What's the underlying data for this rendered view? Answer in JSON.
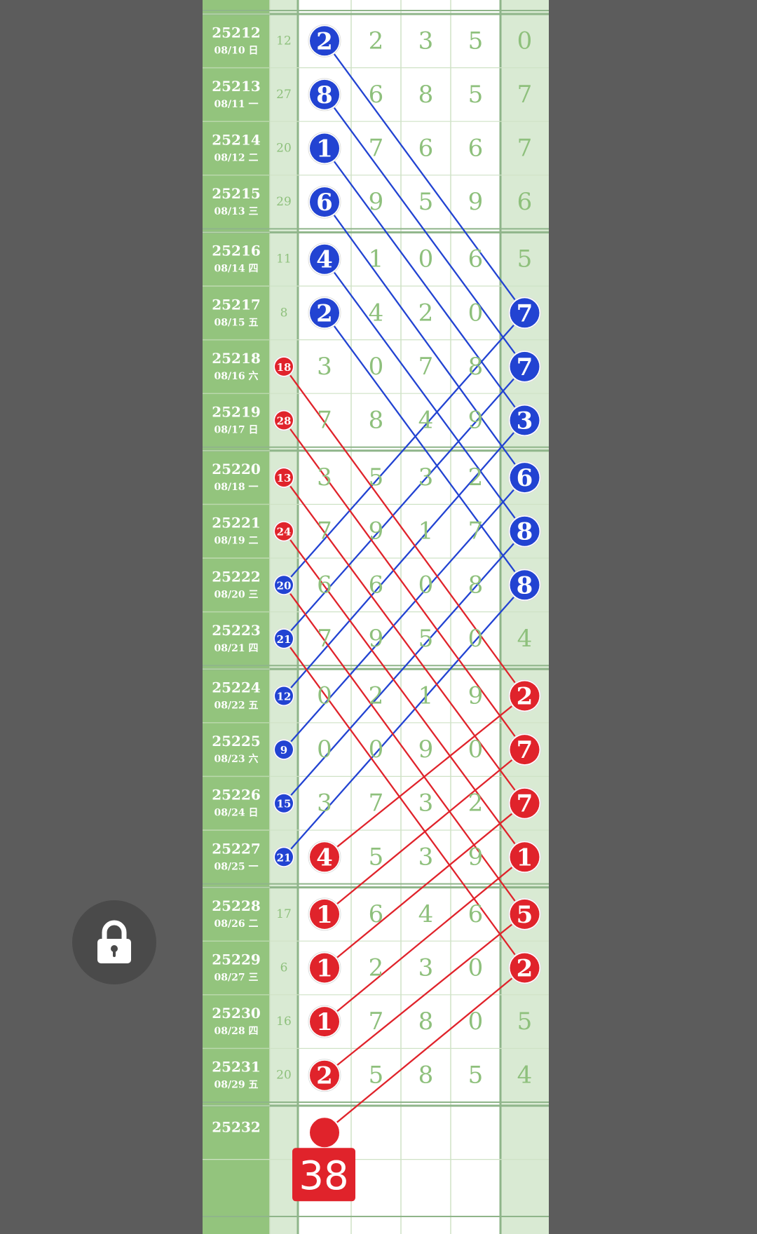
{
  "rows": [
    {
      "issue": "25212",
      "date": "08/10 日",
      "sum": "12",
      "sum_mark": null,
      "d1": "2",
      "d1_mark": "blue",
      "digits": [
        "2",
        "3",
        "5"
      ],
      "d5": "0",
      "d5_mark": null
    },
    {
      "issue": "25213",
      "date": "08/11 一",
      "sum": "27",
      "sum_mark": null,
      "d1": "8",
      "d1_mark": "blue",
      "digits": [
        "6",
        "8",
        "5"
      ],
      "d5": "7",
      "d5_mark": null
    },
    {
      "issue": "25214",
      "date": "08/12 二",
      "sum": "20",
      "sum_mark": null,
      "d1": "1",
      "d1_mark": "blue",
      "digits": [
        "7",
        "6",
        "6"
      ],
      "d5": "7",
      "d5_mark": null
    },
    {
      "issue": "25215",
      "date": "08/13 三",
      "sum": "29",
      "sum_mark": null,
      "d1": "6",
      "d1_mark": "blue",
      "digits": [
        "9",
        "5",
        "9"
      ],
      "d5": "6",
      "d5_mark": null
    },
    {
      "issue": "25216",
      "date": "08/14 四",
      "sum": "11",
      "sum_mark": null,
      "d1": "4",
      "d1_mark": "blue",
      "digits": [
        "1",
        "0",
        "6"
      ],
      "d5": "5",
      "d5_mark": null
    },
    {
      "issue": "25217",
      "date": "08/15 五",
      "sum": "8",
      "sum_mark": null,
      "d1": "2",
      "d1_mark": "blue",
      "digits": [
        "4",
        "2",
        "0"
      ],
      "d5": "7",
      "d5_mark": "blue"
    },
    {
      "issue": "25218",
      "date": "08/16 六",
      "sum": "18",
      "sum_mark": "red",
      "d1": "3",
      "d1_mark": null,
      "digits": [
        "0",
        "7",
        "8"
      ],
      "d5": "7",
      "d5_mark": "blue"
    },
    {
      "issue": "25219",
      "date": "08/17 日",
      "sum": "28",
      "sum_mark": "red",
      "d1": "7",
      "d1_mark": null,
      "digits": [
        "8",
        "4",
        "9"
      ],
      "d5": "3",
      "d5_mark": "blue"
    },
    {
      "issue": "25220",
      "date": "08/18 一",
      "sum": "13",
      "sum_mark": "red",
      "d1": "3",
      "d1_mark": null,
      "digits": [
        "5",
        "3",
        "2"
      ],
      "d5": "6",
      "d5_mark": "blue"
    },
    {
      "issue": "25221",
      "date": "08/19 二",
      "sum": "24",
      "sum_mark": "red",
      "d1": "7",
      "d1_mark": null,
      "digits": [
        "9",
        "1",
        "7"
      ],
      "d5": "8",
      "d5_mark": "blue"
    },
    {
      "issue": "25222",
      "date": "08/20 三",
      "sum": "20",
      "sum_mark": "blue",
      "d1": "6",
      "d1_mark": null,
      "digits": [
        "6",
        "0",
        "8"
      ],
      "d5": "8",
      "d5_mark": "blue"
    },
    {
      "issue": "25223",
      "date": "08/21 四",
      "sum": "21",
      "sum_mark": "blue",
      "d1": "7",
      "d1_mark": null,
      "digits": [
        "9",
        "5",
        "0"
      ],
      "d5": "4",
      "d5_mark": null
    },
    {
      "issue": "25224",
      "date": "08/22 五",
      "sum": "12",
      "sum_mark": "blue",
      "d1": "0",
      "d1_mark": null,
      "digits": [
        "2",
        "1",
        "9"
      ],
      "d5": "2",
      "d5_mark": "red"
    },
    {
      "issue": "25225",
      "date": "08/23 六",
      "sum": "9",
      "sum_mark": "blue",
      "d1": "0",
      "d1_mark": null,
      "digits": [
        "0",
        "9",
        "0"
      ],
      "d5": "7",
      "d5_mark": "red"
    },
    {
      "issue": "25226",
      "date": "08/24 日",
      "sum": "15",
      "sum_mark": "blue",
      "d1": "3",
      "d1_mark": null,
      "digits": [
        "7",
        "3",
        "2"
      ],
      "d5": "7",
      "d5_mark": "red"
    },
    {
      "issue": "25227",
      "date": "08/25 一",
      "sum": "21",
      "sum_mark": "blue",
      "d1": "4",
      "d1_mark": "red",
      "digits": [
        "5",
        "3",
        "9"
      ],
      "d5": "1",
      "d5_mark": "red"
    },
    {
      "issue": "25228",
      "date": "08/26 二",
      "sum": "17",
      "sum_mark": null,
      "d1": "1",
      "d1_mark": "red",
      "digits": [
        "6",
        "4",
        "6"
      ],
      "d5": "5",
      "d5_mark": "red"
    },
    {
      "issue": "25229",
      "date": "08/27 三",
      "sum": "6",
      "sum_mark": null,
      "d1": "1",
      "d1_mark": "red",
      "digits": [
        "2",
        "3",
        "0"
      ],
      "d5": "2",
      "d5_mark": "red"
    },
    {
      "issue": "25230",
      "date": "08/28 四",
      "sum": "16",
      "sum_mark": null,
      "d1": "1",
      "d1_mark": "red",
      "digits": [
        "7",
        "8",
        "0"
      ],
      "d5": "5",
      "d5_mark": null
    },
    {
      "issue": "25231",
      "date": "08/29 五",
      "sum": "20",
      "sum_mark": null,
      "d1": "2",
      "d1_mark": "red",
      "digits": [
        "5",
        "8",
        "5"
      ],
      "d5": "4",
      "d5_mark": null
    }
  ],
  "next": {
    "issue": "25232",
    "badge": "38"
  },
  "lines": [
    {
      "color": "blue",
      "from": [
        0,
        "d1"
      ],
      "to": [
        5,
        "d5"
      ]
    },
    {
      "color": "blue",
      "from": [
        1,
        "d1"
      ],
      "to": [
        6,
        "d5"
      ]
    },
    {
      "color": "blue",
      "from": [
        2,
        "d1"
      ],
      "to": [
        7,
        "d5"
      ]
    },
    {
      "color": "blue",
      "from": [
        3,
        "d1"
      ],
      "to": [
        8,
        "d5"
      ]
    },
    {
      "color": "blue",
      "from": [
        4,
        "d1"
      ],
      "to": [
        9,
        "d5"
      ]
    },
    {
      "color": "blue",
      "from": [
        5,
        "d1"
      ],
      "to": [
        10,
        "d5"
      ]
    },
    {
      "color": "blue",
      "from": [
        5,
        "d5"
      ],
      "to": [
        10,
        "sum"
      ]
    },
    {
      "color": "blue",
      "from": [
        6,
        "d5"
      ],
      "to": [
        11,
        "sum"
      ]
    },
    {
      "color": "blue",
      "from": [
        7,
        "d5"
      ],
      "to": [
        12,
        "sum"
      ]
    },
    {
      "color": "blue",
      "from": [
        8,
        "d5"
      ],
      "to": [
        13,
        "sum"
      ]
    },
    {
      "color": "blue",
      "from": [
        9,
        "d5"
      ],
      "to": [
        14,
        "sum"
      ]
    },
    {
      "color": "blue",
      "from": [
        10,
        "d5"
      ],
      "to": [
        15,
        "sum"
      ]
    },
    {
      "color": "red",
      "from": [
        6,
        "sum"
      ],
      "to": [
        12,
        "d5"
      ]
    },
    {
      "color": "red",
      "from": [
        7,
        "sum"
      ],
      "to": [
        13,
        "d5"
      ]
    },
    {
      "color": "red",
      "from": [
        8,
        "sum"
      ],
      "to": [
        14,
        "d5"
      ]
    },
    {
      "color": "red",
      "from": [
        9,
        "sum"
      ],
      "to": [
        15,
        "d5"
      ]
    },
    {
      "color": "red",
      "from": [
        10,
        "sum"
      ],
      "to": [
        16,
        "d5"
      ]
    },
    {
      "color": "red",
      "from": [
        11,
        "sum"
      ],
      "to": [
        17,
        "d5"
      ]
    },
    {
      "color": "red",
      "from": [
        12,
        "d5"
      ],
      "to": [
        15,
        "d1"
      ]
    },
    {
      "color": "red",
      "from": [
        13,
        "d5"
      ],
      "to": [
        16,
        "d1"
      ]
    },
    {
      "color": "red",
      "from": [
        14,
        "d5"
      ],
      "to": [
        17,
        "d1"
      ]
    },
    {
      "color": "red",
      "from": [
        15,
        "d5"
      ],
      "to": [
        18,
        "d1"
      ]
    },
    {
      "color": "red",
      "from": [
        16,
        "d5"
      ],
      "to": [
        19,
        "d1"
      ]
    },
    {
      "color": "red",
      "from": [
        17,
        "d5"
      ],
      "to": [
        20,
        "d1"
      ]
    }
  ],
  "colors": {
    "blue": "#2243d2",
    "red": "#e0232b",
    "sidebar_green": "#93c47d",
    "sidebar_text": "#ffffff",
    "light_green": "#d9ead3",
    "digit_green": "#8ec07c",
    "background": "#5c5c5c",
    "lock_button": "#4a4a4a"
  },
  "icons": {
    "lock": "lock-icon"
  }
}
